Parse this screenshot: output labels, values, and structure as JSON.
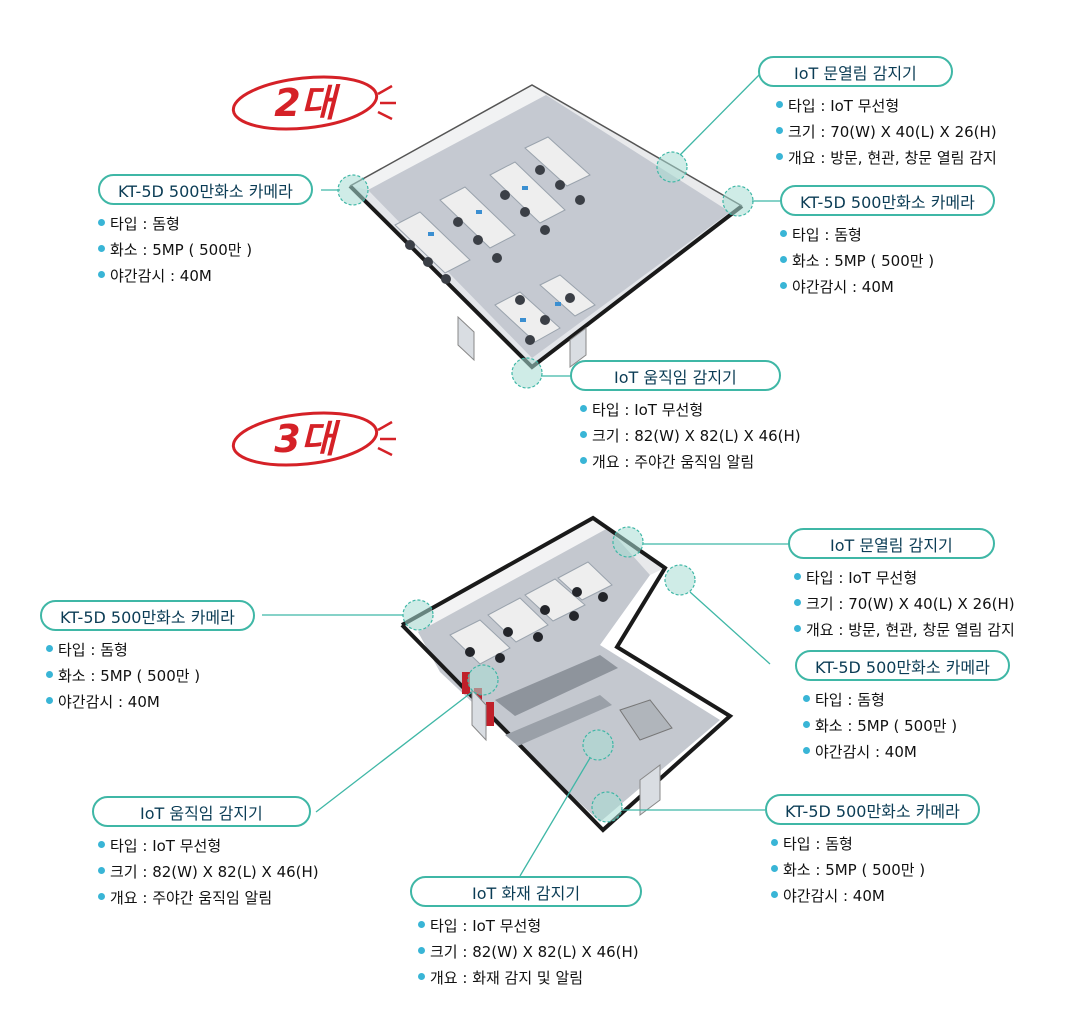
{
  "colors": {
    "accent": "#3fb7a6",
    "bullet": "#39b5d6",
    "badge": "#d52127",
    "floor": "#c4c8cf",
    "wall": "#1a1a1a"
  },
  "floor1": {
    "badge": "2대",
    "callouts": {
      "cam_left": {
        "title": "KT-5D 500만화소 카메라",
        "items": [
          "타입 : 돔형",
          "화소 : 5MP ( 500만 )",
          "야간감시 : 40M"
        ]
      },
      "door": {
        "title": "IoT 문열림 감지기",
        "items": [
          "타입 : IoT 무선형",
          "크기 : 70(W) X 40(L) X 26(H)",
          "개요 : 방문, 현관, 창문 열림 감지"
        ]
      },
      "cam_right": {
        "title": "KT-5D 500만화소 카메라",
        "items": [
          "타입 : 돔형",
          "화소 : 5MP ( 500만 )",
          "야간감시 : 40M"
        ]
      },
      "motion": {
        "title": "IoT 움직임 감지기",
        "items": [
          "타입 : IoT 무선형",
          "크기 : 82(W) X 82(L) X 46(H)",
          "개요 : 주야간 움직임 알림"
        ]
      }
    }
  },
  "floor2": {
    "badge": "3대",
    "callouts": {
      "door": {
        "title": "IoT 문열림 감지기",
        "items": [
          "타입 : IoT 무선형",
          "크기 : 70(W) X 40(L) X 26(H)",
          "개요 : 방문, 현관, 창문 열림 감지"
        ]
      },
      "cam_left": {
        "title": "KT-5D 500만화소 카메라",
        "items": [
          "타입 : 돔형",
          "화소 : 5MP ( 500만 )",
          "야간감시 : 40M"
        ]
      },
      "cam_right": {
        "title": "KT-5D 500만화소 카메라",
        "items": [
          "타입 : 돔형",
          "화소 : 5MP ( 500만 )",
          "야간감시 : 40M"
        ]
      },
      "motion": {
        "title": "IoT 움직임 감지기",
        "items": [
          "타입 : IoT 무선형",
          "크기 : 82(W) X 82(L) X 46(H)",
          "개요 : 주야간 움직임 알림"
        ]
      },
      "cam_bottom": {
        "title": "KT-5D 500만화소 카메라",
        "items": [
          "타입 : 돔형",
          "화소 : 5MP ( 500만 )",
          "야간감시 : 40M"
        ]
      },
      "fire": {
        "title": "IoT 화재 감지기",
        "items": [
          "타입 : IoT 무선형",
          "크기 : 82(W) X 82(L) X 46(H)",
          "개요 : 화재 감지 및 알림"
        ]
      }
    }
  }
}
